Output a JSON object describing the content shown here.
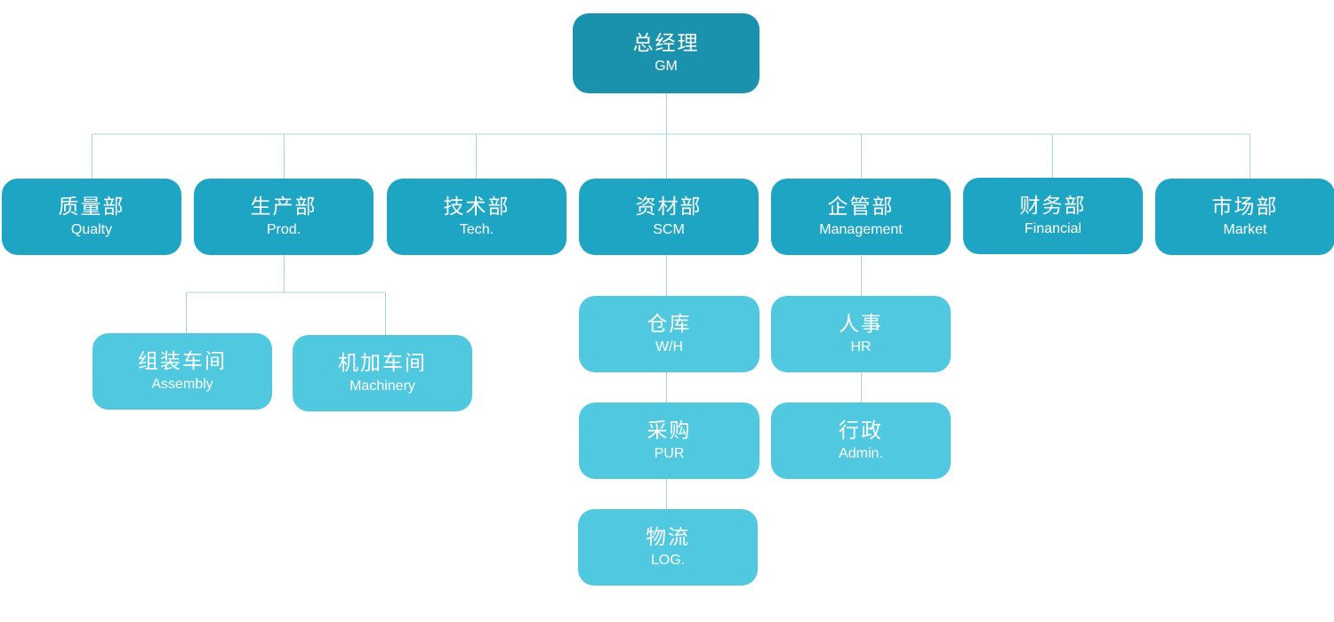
{
  "colors": {
    "root": "#1a91ad",
    "department": "#1fa5c4",
    "sub_unit": "#50c8e0",
    "connector": "#a9d3e0",
    "text": "#ffffff"
  },
  "org": {
    "root": {
      "zh": "总经理",
      "en": "GM"
    },
    "departments": {
      "quality": {
        "zh": "质量部",
        "en": "Qualty"
      },
      "production": {
        "zh": "生产部",
        "en": "Prod.",
        "units": {
          "assembly": {
            "zh": "组装车间",
            "en": "Assembly"
          },
          "machinery": {
            "zh": "机加车间",
            "en": "Machinery"
          }
        }
      },
      "technology": {
        "zh": "技术部",
        "en": "Tech."
      },
      "scm": {
        "zh": "资材部",
        "en": "SCM",
        "units": {
          "warehouse": {
            "zh": "仓库",
            "en": "W/H"
          },
          "purchasing": {
            "zh": "采购",
            "en": "PUR"
          },
          "logistics": {
            "zh": "物流",
            "en": "LOG."
          }
        }
      },
      "management": {
        "zh": "企管部",
        "en": "Management",
        "units": {
          "hr": {
            "zh": "人事",
            "en": "HR"
          },
          "admin": {
            "zh": "行政",
            "en": "Admin."
          }
        }
      },
      "financial": {
        "zh": "财务部",
        "en": "Financial"
      },
      "market": {
        "zh": "市场部",
        "en": "Market"
      }
    }
  }
}
